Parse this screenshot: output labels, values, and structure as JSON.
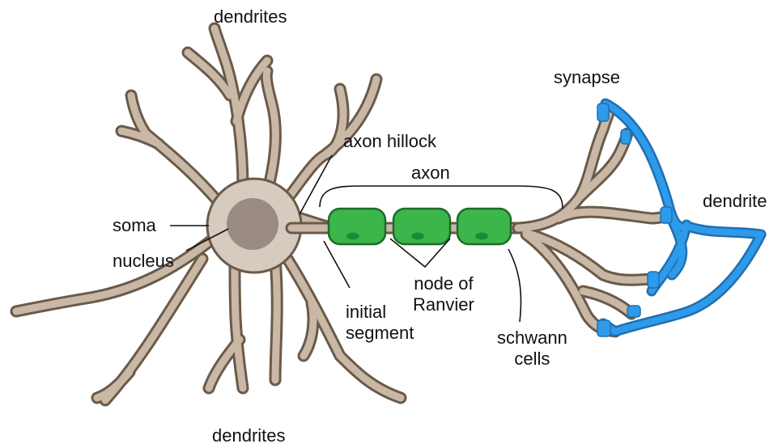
{
  "labels": {
    "dendrites_top": "dendrites",
    "dendrites_bottom": "dendrites",
    "axon_hillock": "axon hillock",
    "axon": "axon",
    "soma": "soma",
    "nucleus": "nucleus",
    "initial_segment_l1": "initial",
    "initial_segment_l2": "segment",
    "node_l1": "node of",
    "node_l2": "Ranvier",
    "schwann_l1": "schwann",
    "schwann_l2": "cells",
    "synapse": "synapse",
    "dendrite": "dendrite"
  },
  "colors": {
    "neuron_fill": "#c9b8a6",
    "neuron_outline": "#6b5a4a",
    "nucleus": "#9a8c82",
    "myelin": "#3cb54a",
    "myelin_outline": "#1f6b2a",
    "target_dendrite": "#2e9bea"
  }
}
